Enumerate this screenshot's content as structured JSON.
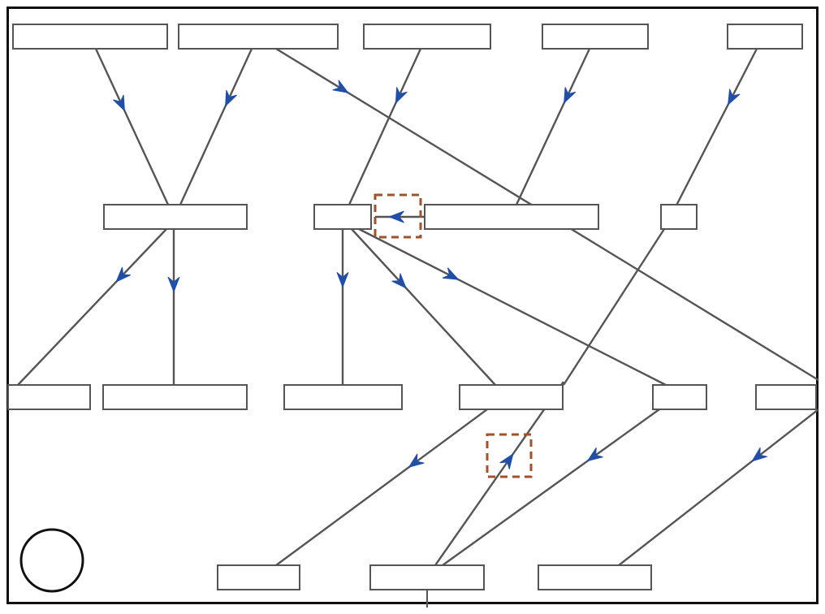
{
  "colors": {
    "frame": "#111111",
    "edge": "#555555",
    "arrow": "#1f4fa8",
    "node_fill": "#ffffff",
    "node_stroke": "#555555",
    "highlight": "#a0522d"
  },
  "nodes": [
    {
      "id": "n1",
      "label": ""
    },
    {
      "id": "n2",
      "label": ""
    },
    {
      "id": "n3",
      "label": ""
    },
    {
      "id": "n4",
      "label": ""
    },
    {
      "id": "n5",
      "label": ""
    },
    {
      "id": "m1",
      "label": ""
    },
    {
      "id": "m2",
      "label": ""
    },
    {
      "id": "m3",
      "label": ""
    },
    {
      "id": "m4",
      "label": ""
    },
    {
      "id": "b1",
      "label": ""
    },
    {
      "id": "b2",
      "label": ""
    },
    {
      "id": "b3",
      "label": ""
    },
    {
      "id": "b4",
      "label": ""
    },
    {
      "id": "b5",
      "label": ""
    },
    {
      "id": "b6",
      "label": ""
    },
    {
      "id": "z1",
      "label": ""
    },
    {
      "id": "z2",
      "label": ""
    },
    {
      "id": "z3",
      "label": ""
    },
    {
      "id": "c1",
      "label": ""
    }
  ],
  "edges": [
    {
      "from": "n1",
      "to": "m1"
    },
    {
      "from": "n2",
      "to": "m1"
    },
    {
      "from": "n2",
      "to": "b6"
    },
    {
      "from": "n3",
      "to": "m2"
    },
    {
      "from": "n4",
      "to": "m3"
    },
    {
      "from": "n5",
      "to": "m4"
    },
    {
      "from": "m1",
      "to": "b1"
    },
    {
      "from": "m1",
      "to": "b2"
    },
    {
      "from": "m2",
      "to": "b3"
    },
    {
      "from": "m2",
      "to": "b4"
    },
    {
      "from": "m2",
      "to": "b5"
    },
    {
      "from": "m3",
      "to": "m2"
    },
    {
      "from": "b4",
      "to": "z1"
    },
    {
      "from": "z2",
      "to": "b4"
    },
    {
      "from": "b5",
      "to": "z2"
    },
    {
      "from": "b6",
      "to": "z3"
    }
  ],
  "highlighted_edges": [
    {
      "from": "m3",
      "to": "m2"
    },
    {
      "from": "z2",
      "to": "b4"
    }
  ]
}
